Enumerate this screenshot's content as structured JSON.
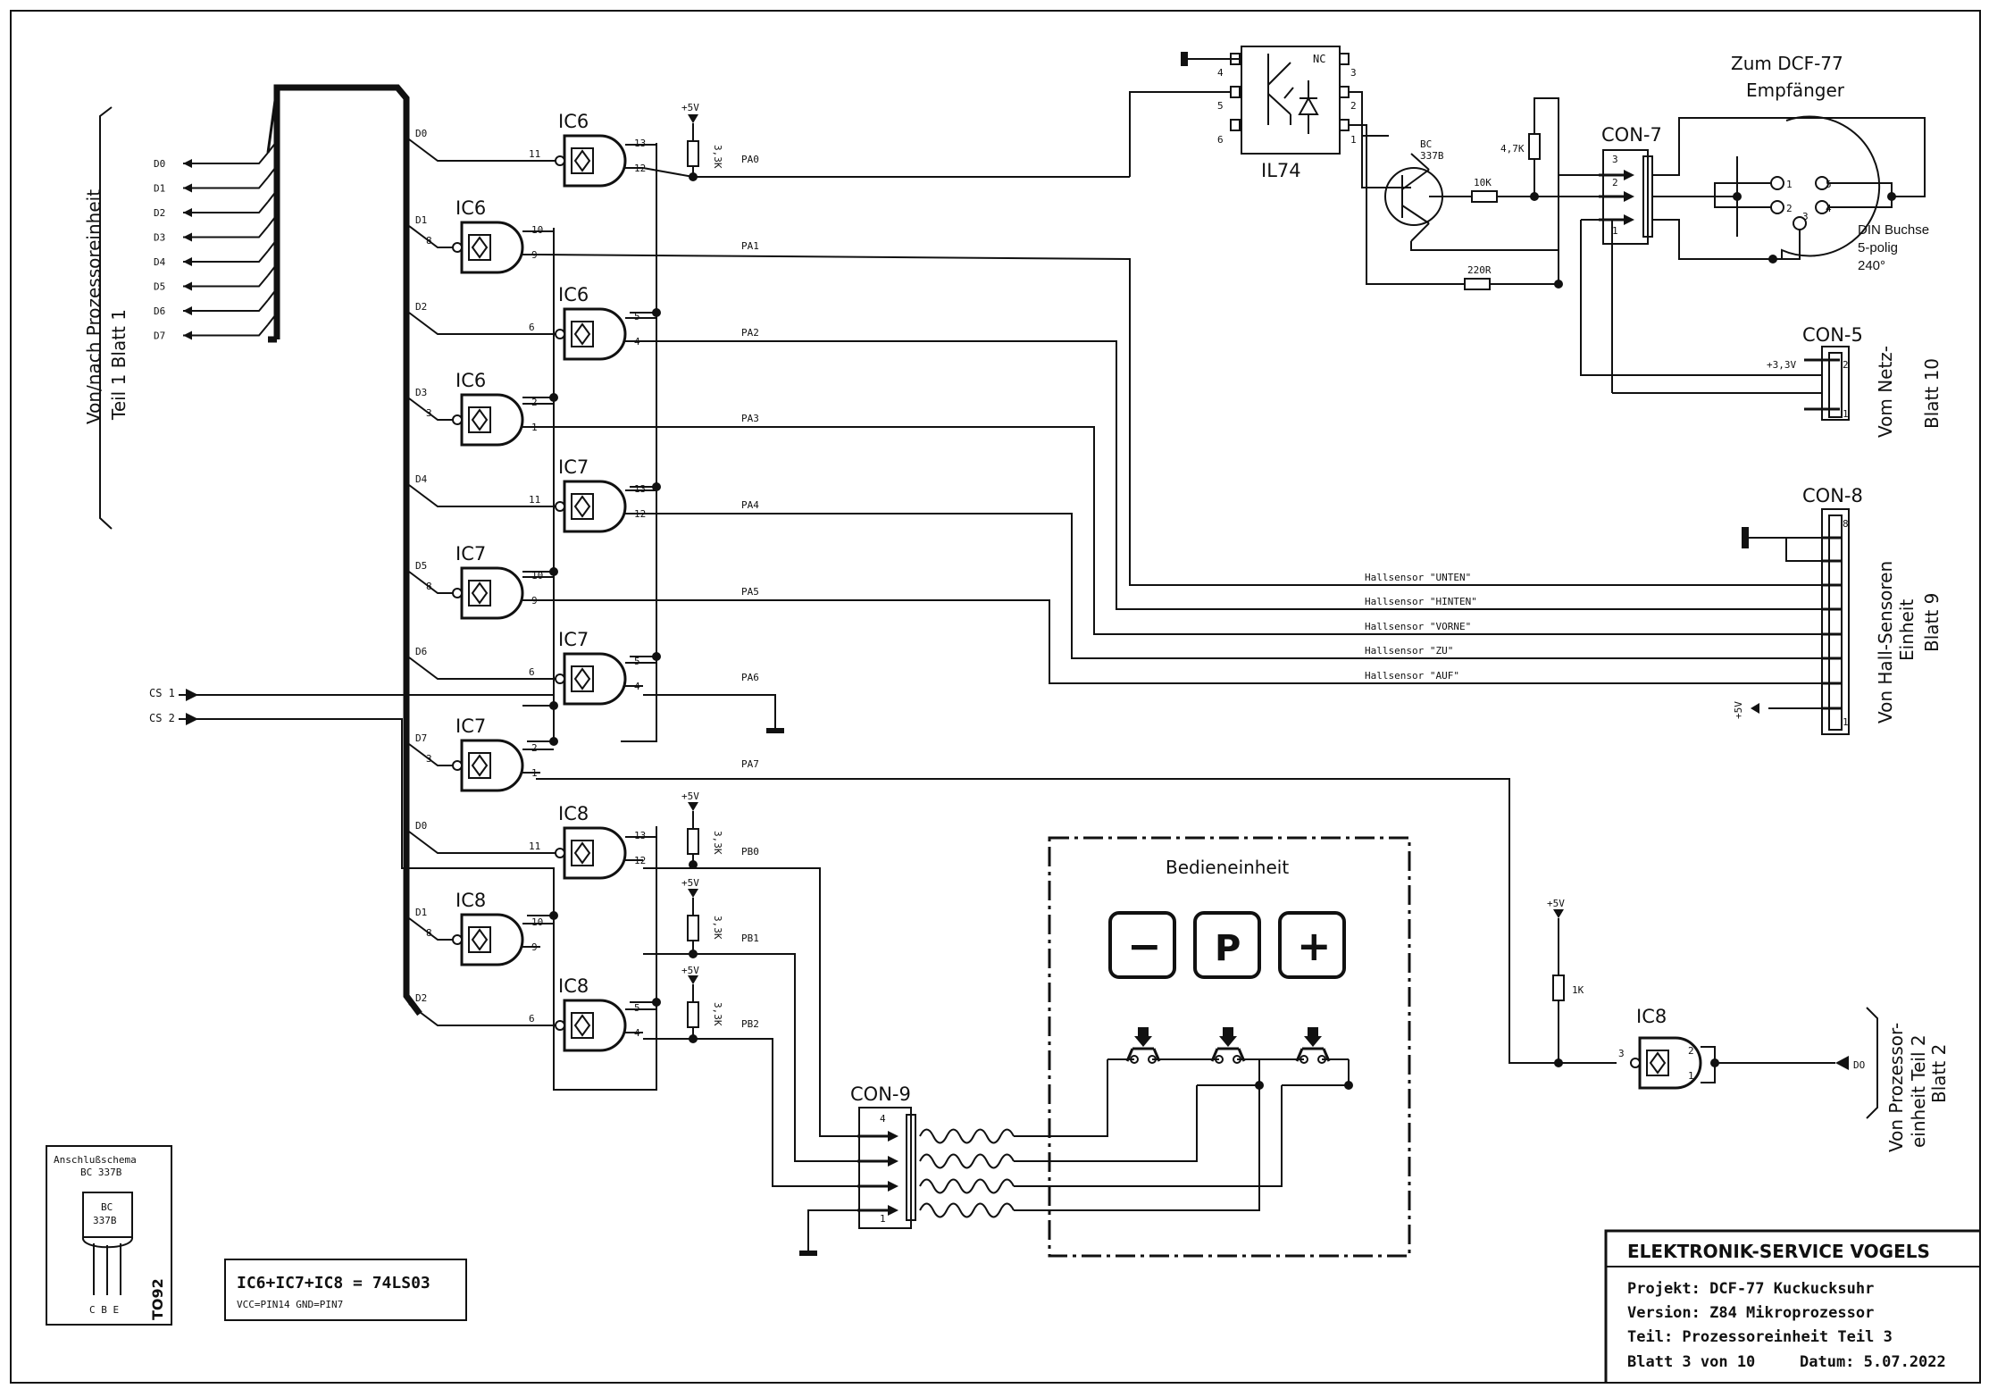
{
  "title_block": {
    "company": "ELEKTRONIK-SERVICE VOGELS",
    "project": "Projekt: DCF-77 Kuckucksuhr",
    "version": "Version: Z84 Mikroprozessor",
    "part": "Teil: Prozessoreinheit  Teil 3",
    "sheet": "Blatt 3 von 10",
    "date": "Datum: 5.07.2022"
  },
  "left_connector": {
    "label_line1": "Von/nach Prozessoreinheit",
    "label_line2": "Teil 1  Blatt 1",
    "pins": [
      "D0",
      "D1",
      "D2",
      "D3",
      "D4",
      "D5",
      "D6",
      "D7"
    ],
    "cs": [
      "CS 1",
      "CS 2"
    ]
  },
  "bus_labels": [
    "D0",
    "D1",
    "D2",
    "D3",
    "D4",
    "D5",
    "D6",
    "D7",
    "D0",
    "D1",
    "D2"
  ],
  "gates": [
    {
      "name": "IC6",
      "in1": "11",
      "in2": "13",
      "in3": "12",
      "out": "PA0"
    },
    {
      "name": "IC6",
      "in1": "8",
      "in2": "10",
      "in3": "9",
      "out": "PA1"
    },
    {
      "name": "IC6",
      "in1": "6",
      "in2": "5",
      "in3": "4",
      "out": "PA2"
    },
    {
      "name": "IC6",
      "in1": "3",
      "in2": "2",
      "in3": "1",
      "out": "PA3"
    },
    {
      "name": "IC7",
      "in1": "11",
      "in2": "13",
      "in3": "12",
      "out": "PA4"
    },
    {
      "name": "IC7",
      "in1": "8",
      "in2": "10",
      "in3": "9",
      "out": "PA5"
    },
    {
      "name": "IC7",
      "in1": "6",
      "in2": "5",
      "in3": "4",
      "out": "PA6"
    },
    {
      "name": "IC7",
      "in1": "3",
      "in2": "2",
      "in3": "1",
      "out": "PA7"
    },
    {
      "name": "IC8",
      "in1": "11",
      "in2": "13",
      "in3": "12",
      "out": "PB0"
    },
    {
      "name": "IC8",
      "in1": "8",
      "in2": "10",
      "in3": "9",
      "out": "PB1"
    },
    {
      "name": "IC8",
      "in1": "6",
      "in2": "5",
      "in3": "4",
      "out": "PB2"
    }
  ],
  "supply": {
    "plus5v": "+5V",
    "r33k": "3,3K",
    "r1k": "1K",
    "r47k": "4,7K",
    "r10k": "10K",
    "r220": "220R",
    "plus33v": "+3,3V"
  },
  "optocoupler": {
    "name": "IL74",
    "nc": "NC",
    "pins": [
      "4",
      "5",
      "6",
      "3",
      "2",
      "1"
    ]
  },
  "transistor": {
    "name_line1": "BC",
    "name_line2": "337B"
  },
  "dcf": {
    "title_line1": "Zum DCF-77",
    "title_line2": "Empfänger",
    "socket_line1": "DIN Buchse",
    "socket_line2": "5-polig",
    "socket_line3": "240°",
    "pins": [
      "1",
      "2",
      "3",
      "4",
      "5"
    ]
  },
  "connectors": {
    "con7": {
      "name": "CON-7",
      "pins": [
        "3",
        "2",
        "1"
      ]
    },
    "con5": {
      "name": "CON-5",
      "label_line1": "Vom Netz-",
      "label_line2": "Blatt 10",
      "pins": [
        "2",
        "1"
      ]
    },
    "con8": {
      "name": "CON-8",
      "label_line1": "Von Hall-Sensoren",
      "label_line2": "Einheit",
      "label_line3": "Blatt 9",
      "pins": [
        "8",
        "1"
      ]
    },
    "con9": {
      "name": "CON-9",
      "pins": [
        "4",
        "1"
      ]
    }
  },
  "hall_sensors": [
    "Hallsensor \"UNTEN\"",
    "Hallsensor \"HINTEN\"",
    "Hallsensor \"VORNE\"",
    "Hallsensor \"ZU\"",
    "Hallsensor \"AUF\""
  ],
  "plus5v_hall": "+5V",
  "panel": {
    "title": "Bedieneinheit",
    "buttons": [
      "−",
      "P",
      "+"
    ]
  },
  "right_io": {
    "gate": "IC8",
    "in1": "3",
    "in2": "2",
    "in3": "1",
    "do": "DO",
    "label_line1": "Von Prozessor-",
    "label_line2": "einheit Teil 2",
    "label_line3": "Blatt 2"
  },
  "transistor_schema": {
    "title": "Anschlußschema",
    "part": "BC 337B",
    "body_line1": "BC",
    "body_line2": "337B",
    "pins": "C B E",
    "package": "TO92"
  },
  "ic_note": {
    "line1": "IC6+IC7+IC8 = 74LS03",
    "line2": "VCC=PIN14   GND=PIN7"
  }
}
